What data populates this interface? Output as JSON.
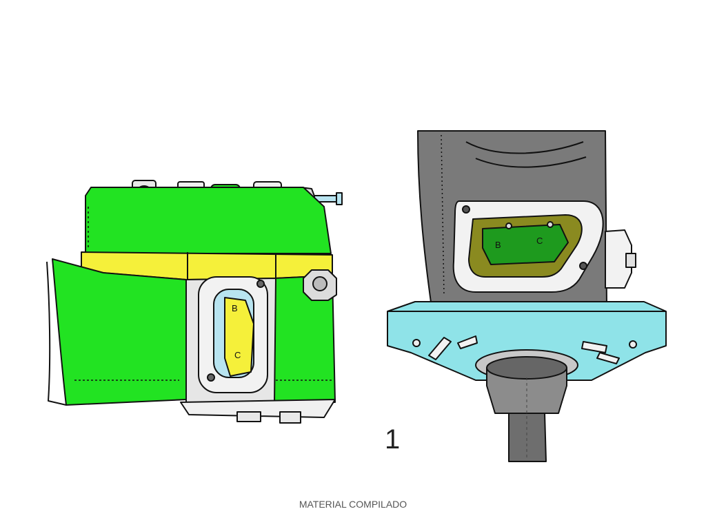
{
  "figure": {
    "number": "1"
  },
  "footer": {
    "text": "MATERIAL COMPILADO"
  },
  "left_part": {
    "window_letters": [
      "B",
      "C"
    ]
  },
  "right_part": {
    "window_letters": [
      "B",
      "C"
    ]
  },
  "colors": {
    "body_green": "#22e322",
    "band_yellow": "#f5f03a",
    "window_blue": "#b8e4f0",
    "housing_gray": "#7a7a7a",
    "flange_cyan": "#8fe3e8",
    "inner_olive": "#8a8a20",
    "inner_green": "#1e9a1e",
    "outline": "#111111"
  }
}
